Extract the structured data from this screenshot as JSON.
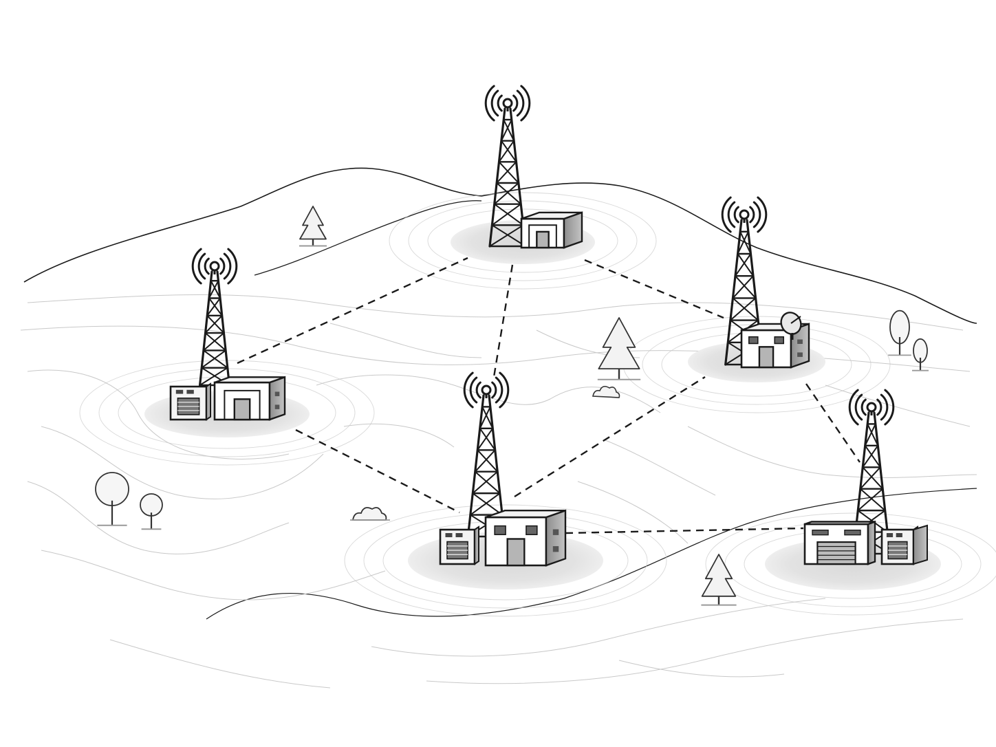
{
  "diagram": {
    "type": "network-topology",
    "style": "monochrome line illustration",
    "colors": {
      "ink": "#1a1a1a",
      "contour": "#c8c8c8",
      "base_pad": "#dcdcdc",
      "building_fill": "#ffffff",
      "building_shade": "#9a9a9a",
      "door": "#b5b5b5"
    },
    "nodes": [
      {
        "id": "site-top",
        "kind": "tower-with-building",
        "icon": "radio-tower-icon"
      },
      {
        "id": "site-left",
        "kind": "tower-with-equipment-and-building",
        "icon": "radio-tower-icon"
      },
      {
        "id": "site-right",
        "kind": "tower-with-satellite-dish-building",
        "icon": "radio-tower-icon"
      },
      {
        "id": "site-center",
        "kind": "tower-with-equipment-and-building",
        "icon": "radio-tower-icon"
      },
      {
        "id": "site-bottom-right",
        "kind": "tower-with-garage-and-equipment",
        "icon": "radio-tower-icon"
      }
    ],
    "links": [
      {
        "from": "site-left",
        "to": "site-top",
        "style": "dashed"
      },
      {
        "from": "site-top",
        "to": "site-center",
        "style": "dashed"
      },
      {
        "from": "site-top",
        "to": "site-right",
        "style": "dashed"
      },
      {
        "from": "site-left",
        "to": "site-center",
        "style": "dashed"
      },
      {
        "from": "site-center",
        "to": "site-right",
        "style": "dashed"
      },
      {
        "from": "site-right",
        "to": "site-bottom-right",
        "style": "dashed"
      },
      {
        "from": "site-center",
        "to": "site-bottom-right",
        "style": "dashed"
      }
    ],
    "scenery": [
      {
        "kind": "pine-tree",
        "icon": "pine-tree-icon"
      },
      {
        "kind": "pine-tree",
        "icon": "pine-tree-icon"
      },
      {
        "kind": "pine-tree",
        "icon": "pine-tree-icon"
      },
      {
        "kind": "round-tree",
        "icon": "tree-icon"
      },
      {
        "kind": "round-tree",
        "icon": "tree-icon"
      },
      {
        "kind": "oval-tree",
        "icon": "tree-icon"
      },
      {
        "kind": "oval-tree",
        "icon": "tree-icon"
      },
      {
        "kind": "bush",
        "icon": "bush-icon"
      },
      {
        "kind": "hills",
        "icon": "hill-icon"
      }
    ]
  }
}
